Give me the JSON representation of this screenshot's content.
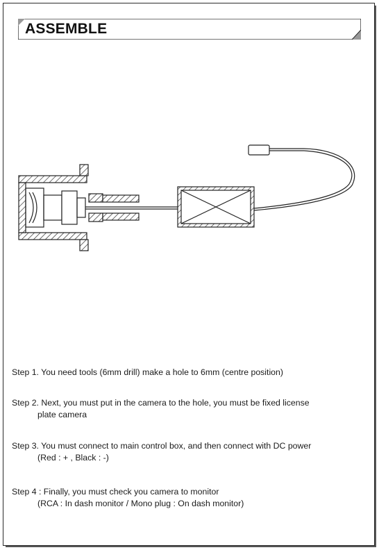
{
  "title": "ASSEMBLE",
  "steps": [
    {
      "line1": "Step 1. You need tools (6mm drill) make a hole to 6mm (centre position)",
      "line2": ""
    },
    {
      "line1": "Step 2. Next, you must put in the camera to the hole, you must be fixed license",
      "line2": "plate camera"
    },
    {
      "line1": "Step 3. You must connect to main control box, and then connect with DC power",
      "line2": "(Red : + , Black : -)"
    },
    {
      "line1": "Step 4 : Finally, you must check you camera to monitor",
      "line2": "(RCA : In dash monitor / Mono plug : On dash monitor)"
    }
  ]
}
